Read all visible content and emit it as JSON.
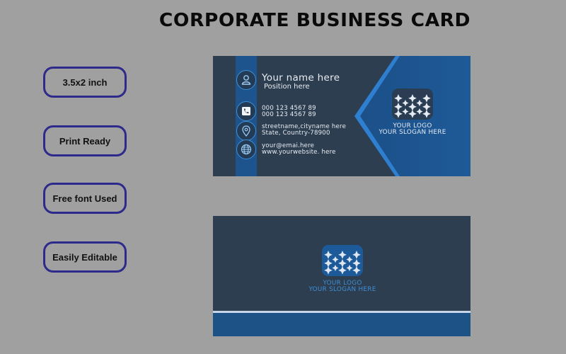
{
  "title": "CORPORATE BUSINESS CARD",
  "features": [
    {
      "label": "3.5x2 inch"
    },
    {
      "label": "Print Ready"
    },
    {
      "label": "Free font Used"
    },
    {
      "label": "Easily Editable"
    }
  ],
  "front_card": {
    "name": "Your name here",
    "position": "Position here",
    "phone_1": "000 123 4567 89",
    "phone_2": "000 123 4567 89",
    "address_1": "streetname,cityname here",
    "address_2": "State, Country-78900",
    "email": "your@emai.here",
    "website": "www.yourwebsite. here",
    "logo_line_1": "YOUR LOGO",
    "logo_line_2": "YOUR SLOGAN HERE",
    "icons": [
      "user-icon",
      "phone-icon",
      "location-pin-icon",
      "globe-icon"
    ]
  },
  "back_card": {
    "logo_line_1": "YOUR LOGO",
    "logo_line_2": "YOUR SLOGAN HERE"
  },
  "colors": {
    "background": "#a0a0a0",
    "card_dark": "#2d3e50",
    "card_blue": "#1d548d",
    "accent_bright": "#2f7fd0",
    "badge_border": "#2d2a8c",
    "back_logo_text": "#3d8fd6"
  }
}
